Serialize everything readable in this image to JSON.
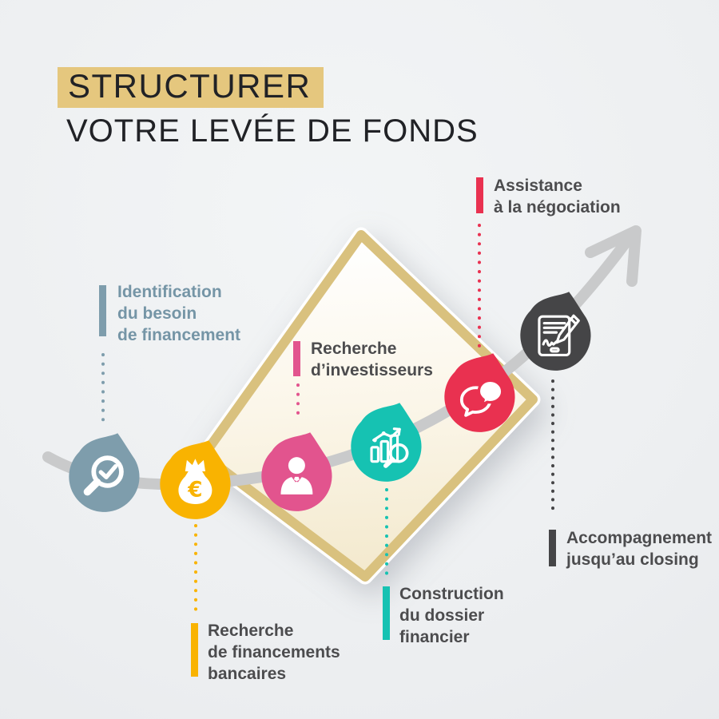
{
  "title": {
    "highlight": "STRUCTURER",
    "subtitle": "VOTRE LEVÉE DE FONDS"
  },
  "steps": [
    {
      "label_lines": [
        "Identification",
        "du besoin",
        "de financement"
      ],
      "color": "#7e9dac",
      "text_color": "#7595a6",
      "icon": "magnifier-check-icon"
    },
    {
      "label_lines": [
        "Recherche",
        "de financements",
        "bancaires"
      ],
      "color": "#f9b301",
      "text_color": "#4c4c4e",
      "icon": "money-bag-euro-icon"
    },
    {
      "label_lines": [
        "Recherche",
        "d’investisseurs"
      ],
      "color": "#e2548e",
      "text_color": "#4c4c4e",
      "icon": "businessman-icon"
    },
    {
      "label_lines": [
        "Construction",
        "du dossier",
        "financier"
      ],
      "color": "#16c2b2",
      "text_color": "#4c4c4e",
      "icon": "chart-magnifier-icon"
    },
    {
      "label_lines": [
        "Assistance",
        "à la négociation"
      ],
      "color": "#e93150",
      "text_color": "#4c4c4e",
      "icon": "speech-bubbles-icon"
    },
    {
      "label_lines": [
        "Accompagnement",
        "jusqu’au closing"
      ],
      "color": "#454547",
      "text_color": "#4c4c4e",
      "icon": "tablet-signature-icon"
    }
  ],
  "decor": {
    "background": "#edeff1",
    "title_highlight_bg": "#e5c77e",
    "title_color": "#212226",
    "diamond_border": "#d9c17e",
    "diamond_fill_top": "#ffffff",
    "diamond_fill_bottom": "#f3e9cd",
    "curve_color": "#c9cacb"
  }
}
